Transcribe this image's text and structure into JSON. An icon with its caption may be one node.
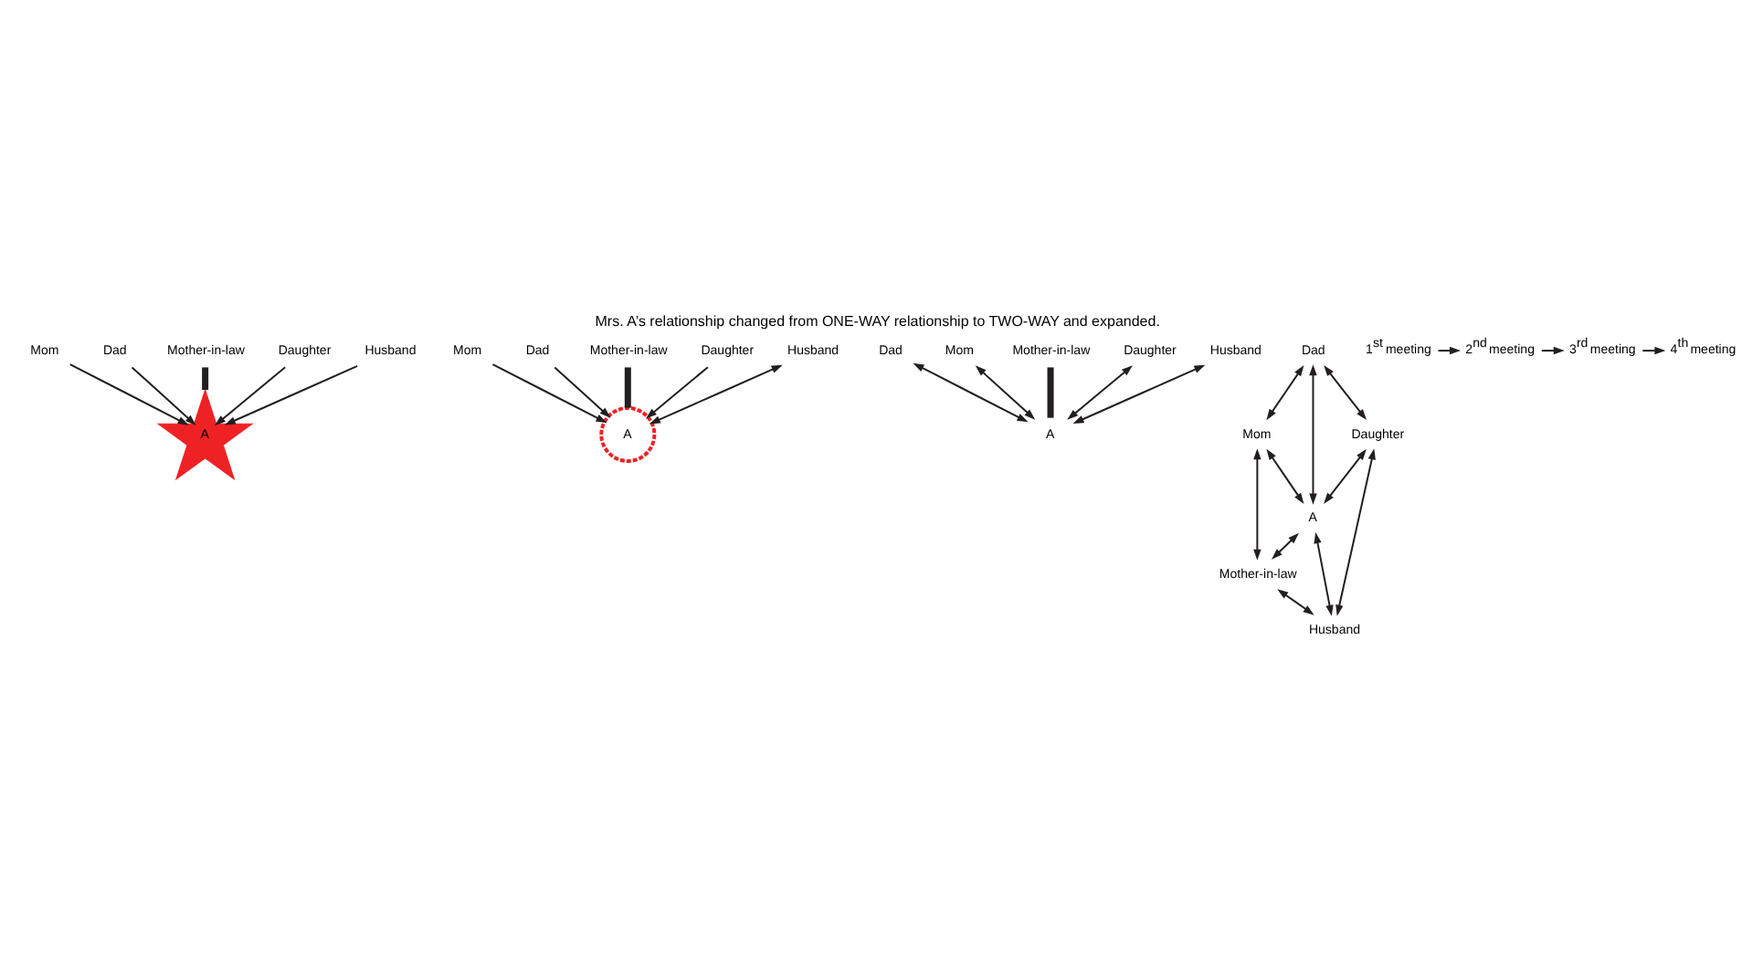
{
  "diagram": {
    "title": "Mrs. A’s relationship changed from ONE-WAY relationship to TWO-WAY and expanded.",
    "nodes": [
      {
        "text": [
          "Mom"
        ]
      },
      {
        "text": [
          "Dad"
        ]
      },
      {
        "text": [
          "A"
        ]
      },
      {
        "text": [
          "Mother-in-law"
        ]
      },
      {
        "text": [
          "Daughter"
        ]
      },
      {
        "text": [
          "Husband"
        ]
      },
      {
        "text": [
          "Mom"
        ]
      },
      {
        "text": [
          "Dad"
        ]
      },
      {
        "text": [
          "A"
        ]
      },
      {
        "text": [
          "Mother-in-law"
        ]
      },
      {
        "text": [
          "Daughter"
        ]
      },
      {
        "text": [
          "Husband"
        ]
      },
      {
        "text": [
          "Dad"
        ]
      },
      {
        "text": [
          "Mom"
        ]
      },
      {
        "text": [
          "A"
        ]
      },
      {
        "text": [
          "Mother-in-law"
        ]
      },
      {
        "text": [
          "Daughter"
        ]
      },
      {
        "text": [
          "Husband"
        ]
      },
      {
        "text": [
          "Dad"
        ]
      },
      {
        "text": [
          "Mom"
        ]
      },
      {
        "text": [
          "A"
        ]
      },
      {
        "text": [
          "Daughter"
        ]
      },
      {
        "text": [
          "Mother-in-law"
        ]
      },
      {
        "text": [
          "Husband"
        ]
      },
      {
        "text": [
          "1$^{st}$ meeting"
        ]
      },
      {
        "text": [
          "2$^{nd}$ meeting"
        ]
      },
      {
        "text": [
          "3$^{rd}$ meeting"
        ]
      },
      {
        "text": [
          "4$^{th}$ meeting"
        ]
      }
    ],
    "edges": [
      {
        "from": 0,
        "to": 2,
        "arrow": "to"
      },
      {
        "from": 1,
        "to": 2,
        "arrow": "to"
      },
      {
        "from": 3,
        "to": 2,
        "arrow": "none",
        "style": "thick"
      },
      {
        "from": 4,
        "to": 2,
        "arrow": "to"
      },
      {
        "from": 5,
        "to": 2,
        "arrow": "to"
      },
      {
        "from": 6,
        "to": 8,
        "arrow": "to"
      },
      {
        "from": 7,
        "to": 8,
        "arrow": "to"
      },
      {
        "from": 9,
        "to": 8,
        "arrow": "none",
        "style": "thick"
      },
      {
        "from": 10,
        "to": 8,
        "arrow": "to"
      },
      {
        "from": 11,
        "to": 8,
        "arrow": "both"
      },
      {
        "from": 12,
        "to": 14,
        "arrow": "both"
      },
      {
        "from": 13,
        "to": 14,
        "arrow": "both"
      },
      {
        "from": 15,
        "to": 14,
        "arrow": "none",
        "style": "thick"
      },
      {
        "from": 16,
        "to": 14,
        "arrow": "both"
      },
      {
        "from": 17,
        "to": 14,
        "arrow": "both"
      },
      {
        "from": 18,
        "to": 19,
        "arrow": "both"
      },
      {
        "from": 18,
        "to": 20,
        "arrow": "both"
      },
      {
        "from": 19,
        "to": 20,
        "arrow": "both"
      },
      {
        "from": 19,
        "to": 22,
        "arrow": "both"
      },
      {
        "from": 18,
        "to": 21,
        "arrow": "both"
      },
      {
        "from": 21,
        "to": 20,
        "arrow": "both"
      },
      {
        "from": 20,
        "to": 22,
        "arrow": "both"
      },
      {
        "from": 20,
        "to": 23,
        "arrow": "both"
      },
      {
        "from": 21,
        "to": 23,
        "arrow": "both"
      },
      {
        "from": 22,
        "to": 23,
        "arrow": "both"
      },
      {
        "from": 24,
        "to": 25,
        "arrow": "to"
      },
      {
        "from": 25,
        "to": 26,
        "arrow": "to"
      },
      {
        "from": 26,
        "to": 27,
        "arrow": "to"
      }
    ]
  }
}
